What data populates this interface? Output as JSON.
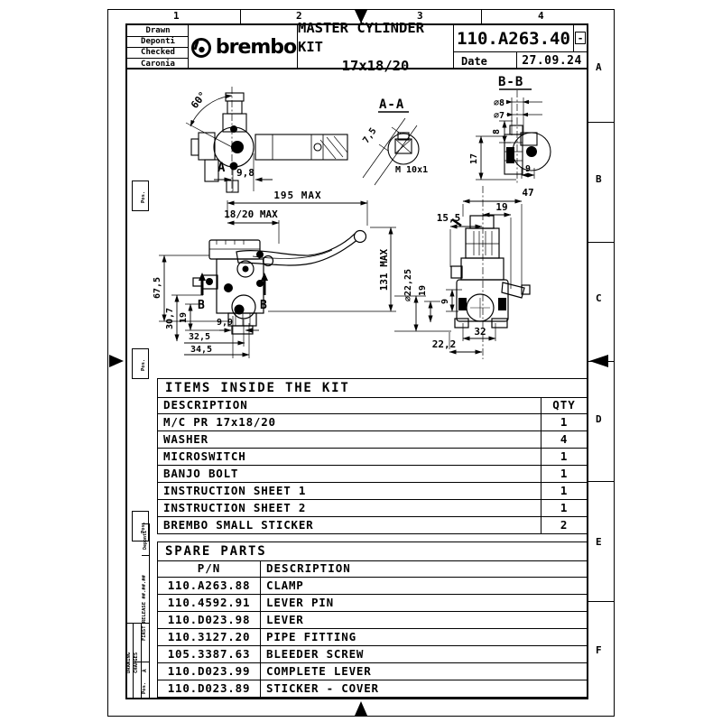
{
  "sheet": {
    "zone_columns": [
      "1",
      "2",
      "3",
      "4"
    ],
    "zone_rows": [
      "A",
      "B",
      "C",
      "D",
      "E",
      "F"
    ]
  },
  "title_block": {
    "signatures": [
      "Drawn",
      "Deponti",
      "Checked",
      "Caronia"
    ],
    "logo_text": "brembo",
    "title_line1": "MASTER CYLINDER KIT",
    "title_line2": "17x18/20",
    "part_number": "110.A263.40",
    "revision": "-",
    "date_label": "Date",
    "date_value": "27.09.24"
  },
  "revision_strip": {
    "pos_label": "Pos.",
    "drawn_by": "Deponti",
    "first_release": "FIRST RELEASE ##.##.##",
    "rev_letter": "A",
    "rev_pos": "Pos.",
    "bottom_label_line1": "DRAWING",
    "bottom_label_line2": "CHANGES"
  },
  "drawings": {
    "end_view": {
      "angle": "60°",
      "section_label": "A",
      "dim_9_8": "9,8"
    },
    "section_aa": {
      "title": "A-A",
      "dim_7_5": "7,5",
      "thread": "M 10x1"
    },
    "section_bb": {
      "title": "B-B",
      "dia_8": "⌀8",
      "dia_7": "⌀7",
      "dim_8": "8",
      "dim_17": "17",
      "dim_9": "9"
    },
    "front_view": {
      "dim_195": "195 MAX",
      "dim_18_20": "18/20 MAX",
      "dim_131": "131 MAX",
      "dim_67_5": "67,5",
      "dim_30_7": "30,7",
      "dim_19": "19",
      "dim_9_9": "9,9",
      "dim_32_5": "32,5",
      "dim_34_5": "34,5",
      "section_label": "B",
      "dia_22_25": "⌀22,25",
      "dim_19_mid": "19"
    },
    "side_view": {
      "dim_47": "47",
      "dim_19": "19",
      "dim_15_5": "15,5",
      "dim_9": "9",
      "dim_32": "32",
      "dim_22_2": "22,2"
    }
  },
  "items_table": {
    "title": "ITEMS INSIDE THE KIT",
    "col_description": "DESCRIPTION",
    "col_qty": "QTY",
    "rows": [
      {
        "description": "M/C PR 17x18/20",
        "qty": "1"
      },
      {
        "description": "WASHER",
        "qty": "4"
      },
      {
        "description": "MICROSWITCH",
        "qty": "1"
      },
      {
        "description": "BANJO BOLT",
        "qty": "1"
      },
      {
        "description": "INSTRUCTION SHEET 1",
        "qty": "1"
      },
      {
        "description": "INSTRUCTION SHEET 2",
        "qty": "1"
      },
      {
        "description": "BREMBO SMALL STICKER",
        "qty": "2"
      }
    ]
  },
  "spare_parts_table": {
    "title": "SPARE PARTS",
    "col_pn": "P/N",
    "col_description": "DESCRIPTION",
    "rows": [
      {
        "pn": "110.A263.88",
        "description": "CLAMP"
      },
      {
        "pn": "110.4592.91",
        "description": "LEVER PIN"
      },
      {
        "pn": "110.D023.98",
        "description": "LEVER"
      },
      {
        "pn": "110.3127.20",
        "description": "PIPE FITTING"
      },
      {
        "pn": "105.3387.63",
        "description": "BLEEDER SCREW"
      },
      {
        "pn": "110.D023.99",
        "description": "COMPLETE LEVER"
      },
      {
        "pn": "110.D023.89",
        "description": "STICKER - COVER"
      }
    ]
  }
}
